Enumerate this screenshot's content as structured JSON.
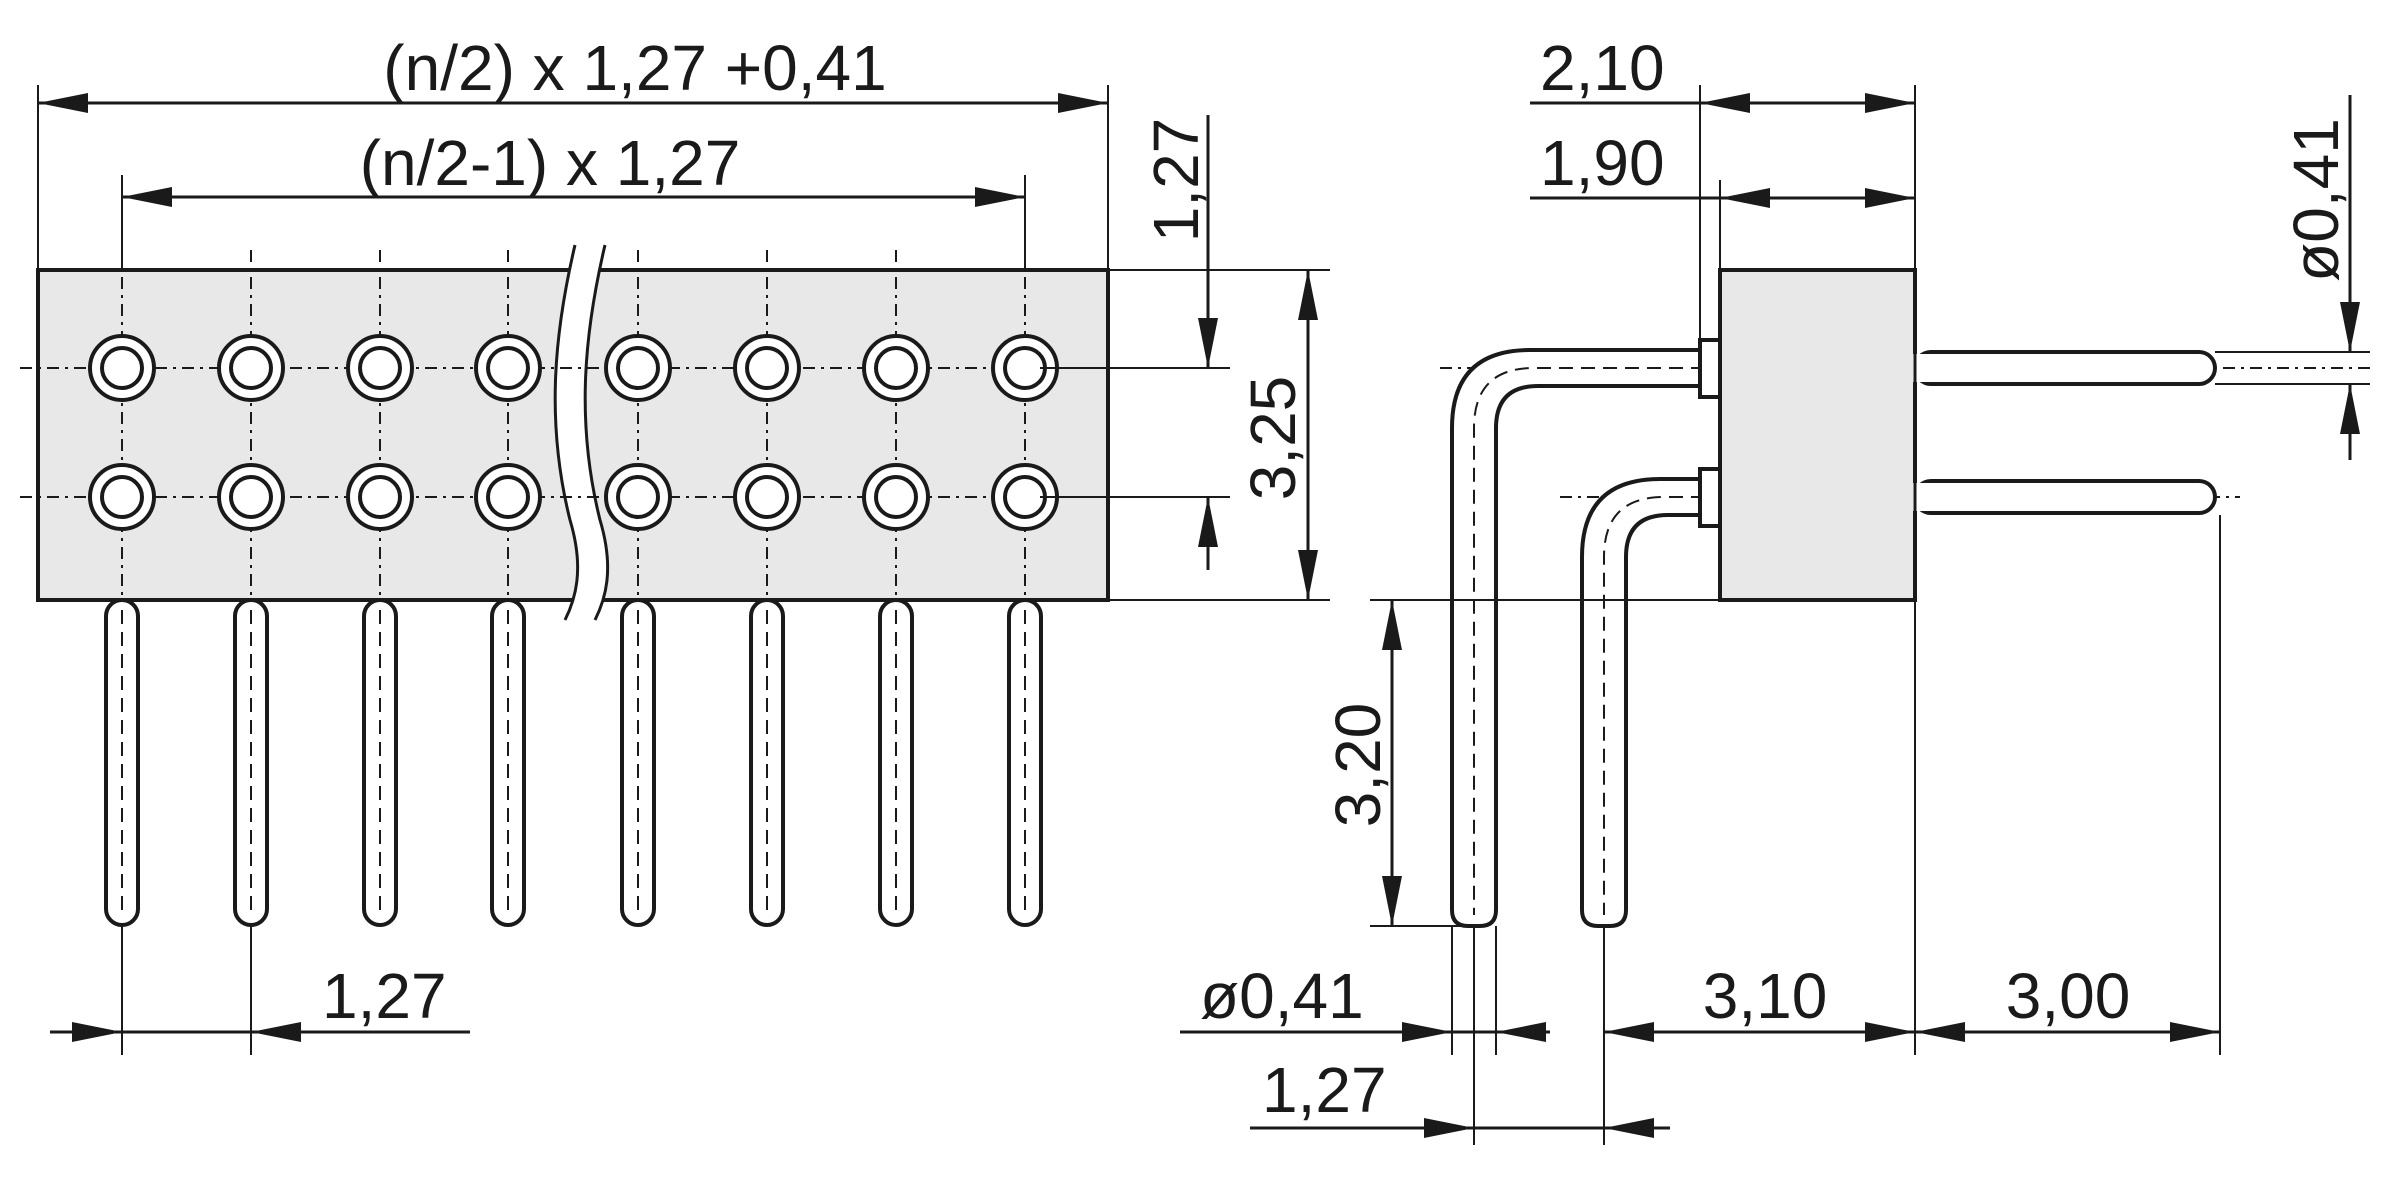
{
  "front_view": {
    "overall_length": "(n/2) x 1,27 +0,41",
    "pin_span": "(n/2-1) x 1,27",
    "row_pitch": "1,27",
    "body_height": "3,25",
    "pin_pitch": "1,27"
  },
  "side_view": {
    "dim_2_10": "2,10",
    "dim_1_90": "1,90",
    "pin_diameter_top": "ø0,41",
    "pin_length_down": "3,20",
    "pin_diameter_bottom": "ø0,41",
    "dim_3_10": "3,10",
    "dim_3_00": "3,00",
    "lead_pitch": "1,27"
  },
  "colors": {
    "body": "#e8e8e8",
    "line": "#1a1a1a"
  }
}
